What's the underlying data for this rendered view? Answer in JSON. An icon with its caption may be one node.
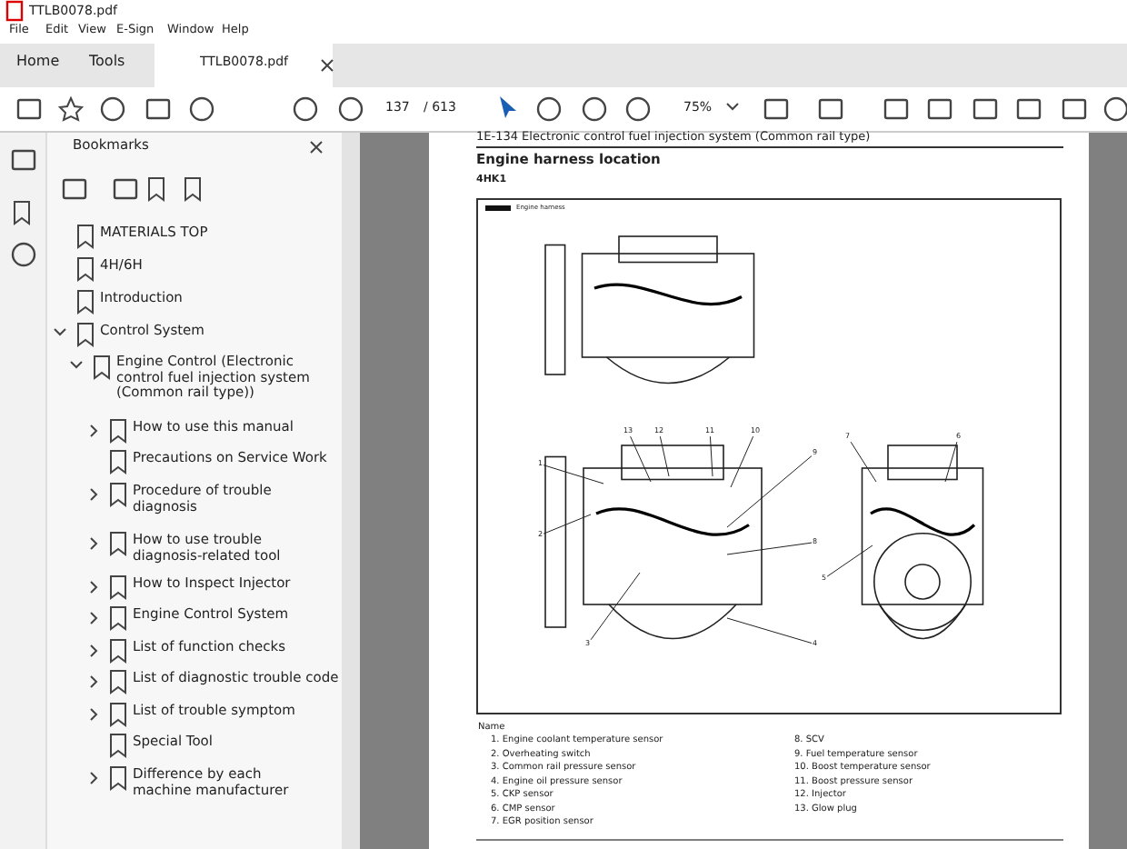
{
  "diagram": {
    "nodes": [
      {
        "text": [
          "13"
        ]
      },
      {
        "text": [
          "12"
        ]
      },
      {
        "text": [
          "11"
        ]
      },
      {
        "text": [
          "10"
        ]
      },
      {
        "text": [
          "9"
        ]
      },
      {
        "text": [
          "1"
        ]
      },
      {
        "text": [
          "2"
        ]
      },
      {
        "text": [
          "8"
        ]
      },
      {
        "text": [
          "3"
        ]
      },
      {
        "text": [
          "4"
        ]
      },
      {
        "text": [
          "7"
        ]
      },
      {
        "text": [
          "6"
        ]
      },
      {
        "text": [
          "5"
        ]
      }
    ],
    "edges": [
      {
        "from": 0,
        "to": null,
        "arrow": "none"
      },
      {
        "from": 1,
        "to": null,
        "arrow": "none"
      },
      {
        "from": 2,
        "to": null,
        "arrow": "none"
      },
      {
        "from": 3,
        "to": null,
        "arrow": "none"
      },
      {
        "from": 4,
        "to": null,
        "arrow": "none"
      },
      {
        "from": 5,
        "to": null,
        "arrow": "none"
      },
      {
        "from": 6,
        "to": null,
        "arrow": "none"
      },
      {
        "from": 7,
        "to": null,
        "arrow": "none"
      },
      {
        "from": 8,
        "to": null,
        "arrow": "none"
      },
      {
        "from": 9,
        "to": null,
        "arrow": "none"
      },
      {
        "from": 10,
        "to": null,
        "arrow": "none"
      },
      {
        "from": 11,
        "to": null,
        "arrow": "none"
      },
      {
        "from": 12,
        "to": null,
        "arrow": "none"
      }
    ],
    "labels": [
      "TTLB0078.pdf",
      "File",
      "Edit",
      "View",
      "E-Sign",
      "Window",
      "Help",
      "Home",
      "Tools",
      "TTLB0078.pdf",
      "137",
      "/ 613",
      "75%",
      "Bookmarks",
      "MATERIALS TOP",
      "4H/6H",
      "Introduction",
      "Control System",
      "Engine Control (Electronic control fuel injection system (Common rail type))",
      "How to use this manual",
      "Precautions on Service Work",
      "Procedure of trouble diagnosis",
      "How to use trouble diagnosis-related tool",
      "How to Inspect Injector",
      "Engine Control System",
      "List of function checks",
      "List of diagnostic trouble code",
      "List of trouble symptom",
      "Special Tool",
      "Difference by each machine manufacturer",
      "1E-134  Electronic control fuel injection system (Common rail type)",
      "Engine harness location",
      "4HK1",
      "Name",
      "1. Engine coolant temperature sensor",
      "2. Overheating switch",
      "3. Common rail pressure sensor",
      "4. Engine oil pressure sensor",
      "5. CKP sensor",
      "6. CMP sensor",
      "7. EGR position sensor",
      "8. SCV",
      "9. Fuel temperature sensor",
      "10. Boost temperature sensor",
      "11. Boost pressure sensor",
      "12. Injector",
      "13. Glow plug"
    ],
    "legend": [
      {
        "text": "Engine harness"
      }
    ]
  }
}
